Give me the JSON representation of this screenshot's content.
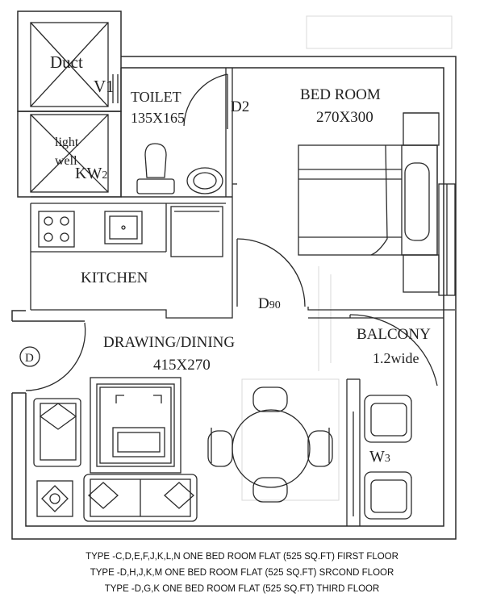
{
  "rooms": {
    "duct": "Duct",
    "v1": "V1",
    "light_well_1": "light",
    "light_well_2": "well",
    "kw2": "KW",
    "kw2_sub": "2",
    "toilet": "TOILET",
    "toilet_size": "135X165",
    "d2": "D2",
    "bedroom": "BED ROOM",
    "bedroom_size": "270X300",
    "kitchen": "KITCHEN",
    "d90": "D",
    "d90_sub": "90",
    "balcony": "BALCONY",
    "balcony_size": "1.2wide",
    "drawing": "DRAWING/DINING",
    "drawing_size": "415X270",
    "d_main": "D",
    "w3": "W",
    "w3_sub": "3"
  },
  "captions": [
    "TYPE -C,D,E,F,J,K,L,N ONE BED ROOM FLAT (525 SQ.FT) FIRST FLOOR",
    "TYPE -D,H,J,K,M ONE BED ROOM FLAT (525 SQ.FT) SRCOND FLOOR",
    "TYPE -D,G,K ONE BED ROOM FLAT (525 SQ.FT) THIRD FLOOR"
  ]
}
